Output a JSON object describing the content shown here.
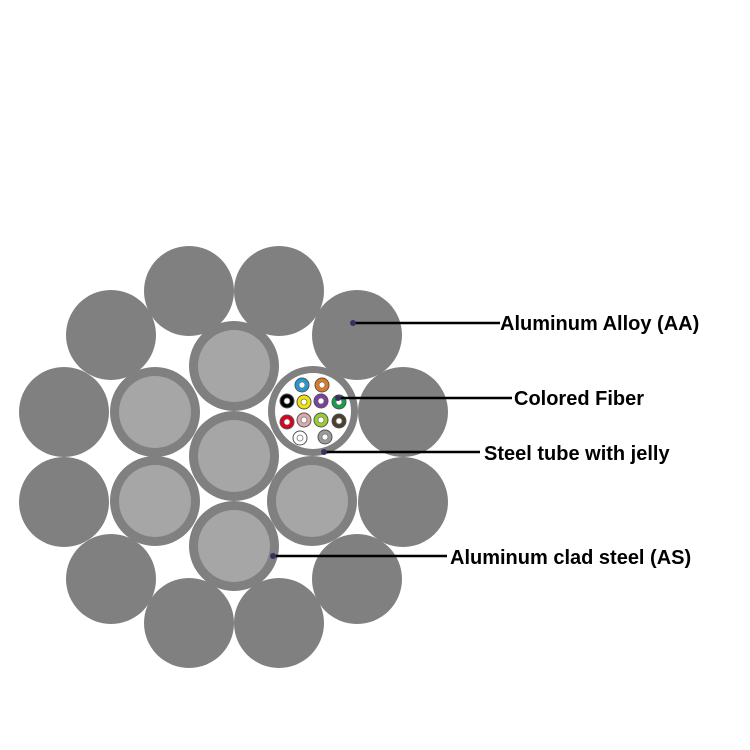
{
  "labels": {
    "aluminum_alloy": "Aluminum Alloy (AA)",
    "colored_fiber": "Colored Fiber",
    "steel_tube": "Steel tube with jelly",
    "aluminum_clad_steel": "Aluminum clad steel (AS)"
  },
  "colors": {
    "background": "#ffffff",
    "aa_wire": "#808080",
    "as_cladding": "#808080",
    "as_core": "#a6a6a6",
    "tube_wall": "#808080",
    "tube_interior": "#ffffff",
    "leader": "#000000",
    "pointer_dot": "#3a3060"
  },
  "fibers": [
    {
      "name": "blue",
      "color": "#1e9ad6"
    },
    {
      "name": "orange",
      "color": "#e07a1f"
    },
    {
      "name": "black",
      "color": "#000000"
    },
    {
      "name": "yellow",
      "color": "#f2e600"
    },
    {
      "name": "purple",
      "color": "#7b3fa0"
    },
    {
      "name": "green",
      "color": "#12a04a"
    },
    {
      "name": "red",
      "color": "#e0001b"
    },
    {
      "name": "rose",
      "color": "#e0a8a8"
    },
    {
      "name": "light-green",
      "color": "#9acd32"
    },
    {
      "name": "brown",
      "color": "#4a3f2a"
    },
    {
      "name": "white",
      "color": "#ffffff"
    },
    {
      "name": "gray",
      "color": "#9a9a9a"
    }
  ]
}
